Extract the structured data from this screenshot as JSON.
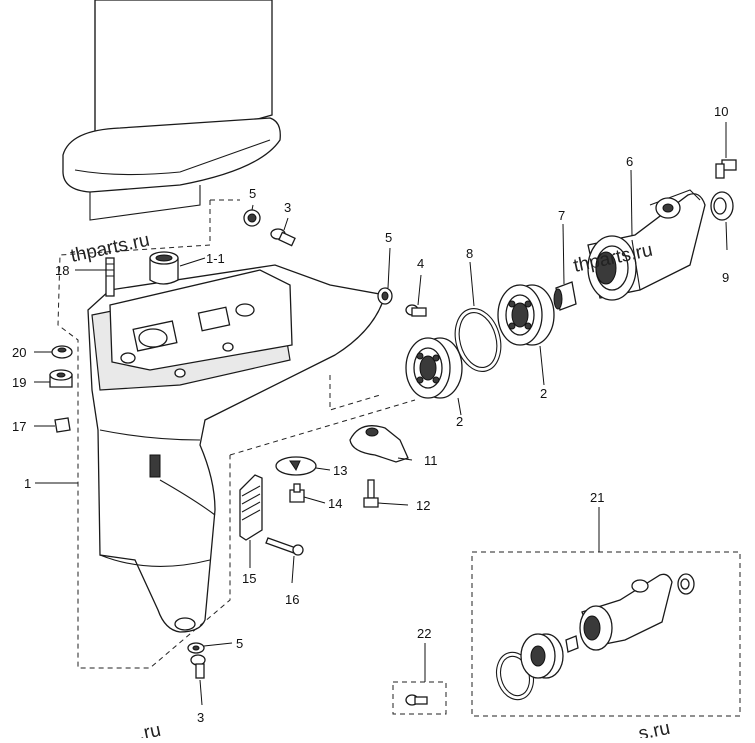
{
  "watermark_texts": [
    "thparts.ru",
    "thparts.ru",
    ".ru",
    "s.ru"
  ],
  "callouts": {
    "c1": "1",
    "c1_1": "1-1",
    "c2a": "2",
    "c2b": "2",
    "c3a": "3",
    "c3b": "3",
    "c4": "4",
    "c5a": "5",
    "c5b": "5",
    "c5c": "5",
    "c6": "6",
    "c7": "7",
    "c8": "8",
    "c9": "9",
    "c10": "10",
    "c11": "11",
    "c12": "12",
    "c13": "13",
    "c14": "14",
    "c15": "15",
    "c16": "16",
    "c17": "17",
    "c18": "18",
    "c19": "19",
    "c20": "20",
    "c21": "21",
    "c22": "22"
  }
}
